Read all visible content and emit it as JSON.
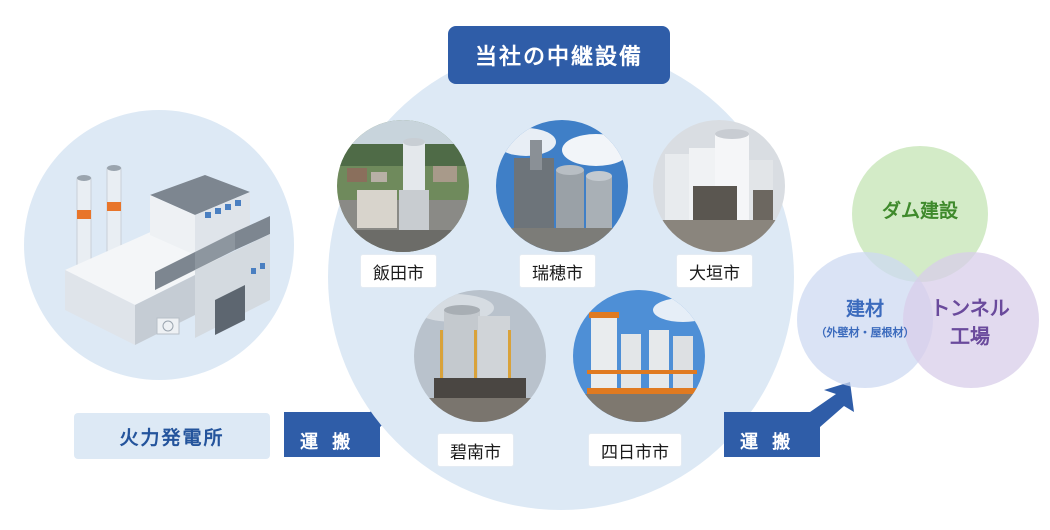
{
  "relay": {
    "title": "当社の中継設備",
    "sites": [
      {
        "name": "飯田市",
        "photo_icon": "silo-town-photo"
      },
      {
        "name": "瑞穂市",
        "photo_icon": "silo-plant-photo"
      },
      {
        "name": "大垣市",
        "photo_icon": "silo-tanks-photo"
      },
      {
        "name": "碧南市",
        "photo_icon": "silo-tower-photo"
      },
      {
        "name": "四日市市",
        "photo_icon": "silo-orange-frame-photo"
      }
    ]
  },
  "source": {
    "label": "火力発電所",
    "icon": "factory-icon"
  },
  "transport": {
    "label_1": "運 搬",
    "label_2": "運 搬"
  },
  "destinations": {
    "dam": "ダム建設",
    "building_materials": "建材",
    "building_materials_note": "（外壁材・屋根材）",
    "tunnel_line1": "トンネル",
    "tunnel_line2": "工場"
  },
  "colors": {
    "accent_blue": "#2f5da8",
    "light_blue": "#dde9f5",
    "dam_green": "#d4edc7",
    "material_blue": "#d9e4f7",
    "tunnel_purple": "#e3dcf0"
  }
}
